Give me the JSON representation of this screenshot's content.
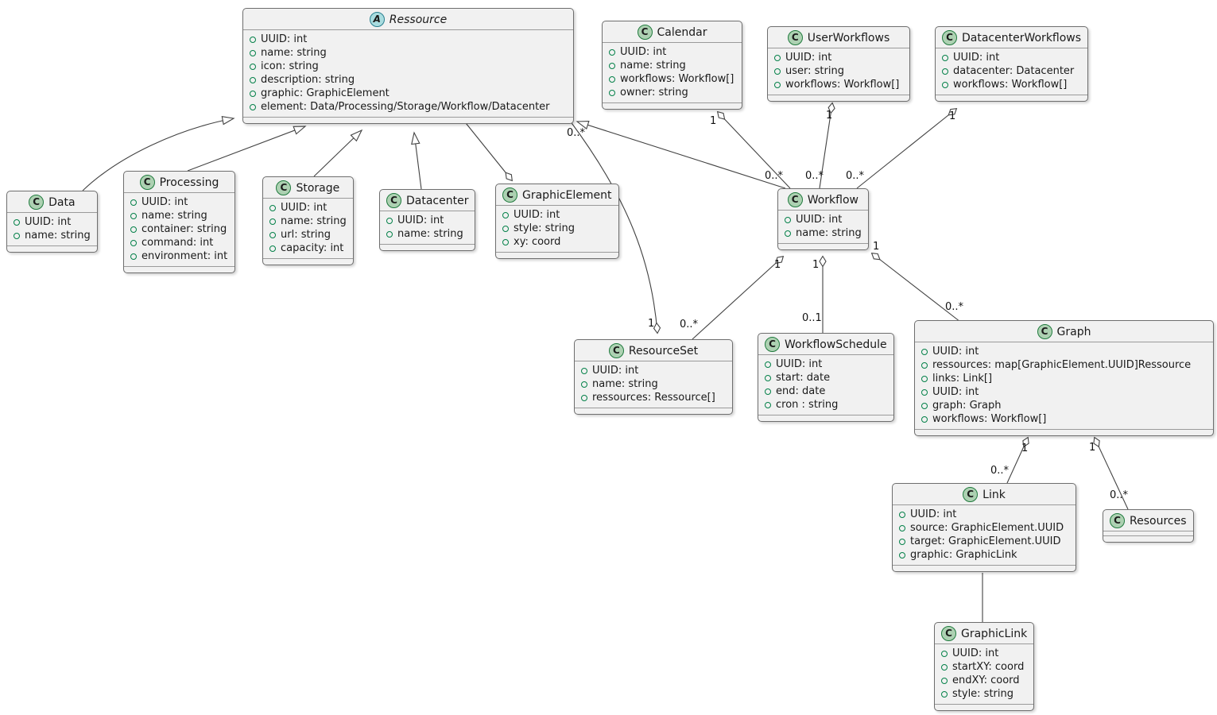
{
  "diagram_type": "uml-class-diagram",
  "icons": {
    "class_letter": "C",
    "abstract_letter": "A"
  },
  "colors": {
    "box_fill": "#f1f1f1",
    "box_border": "#6e6e6e",
    "class_spot_fill": "#add1b2",
    "abstract_spot_fill": "#a9dcdf",
    "attribute_circle": "#038048",
    "line": "#424242"
  },
  "classes": {
    "ressource": {
      "name": "Ressource",
      "kind": "abstract",
      "attrs": [
        "UUID: int",
        "name: string",
        "icon: string",
        "description: string",
        "graphic: GraphicElement",
        "element: Data/Processing/Storage/Workflow/Datacenter"
      ]
    },
    "calendar": {
      "name": "Calendar",
      "kind": "class",
      "attrs": [
        "UUID: int",
        "name: string",
        "workflows: Workflow[]",
        "owner: string"
      ]
    },
    "userworkflows": {
      "name": "UserWorkflows",
      "kind": "class",
      "attrs": [
        "UUID: int",
        "user: string",
        "workflows: Workflow[]"
      ]
    },
    "datacenterworkflows": {
      "name": "DatacenterWorkflows",
      "kind": "class",
      "attrs": [
        "UUID: int",
        "datacenter: Datacenter",
        "workflows: Workflow[]"
      ]
    },
    "data": {
      "name": "Data",
      "kind": "class",
      "attrs": [
        "UUID: int",
        "name: string"
      ]
    },
    "processing": {
      "name": "Processing",
      "kind": "class",
      "attrs": [
        "UUID: int",
        "name: string",
        "container: string",
        "command: int",
        "environment: int"
      ]
    },
    "storage": {
      "name": "Storage",
      "kind": "class",
      "attrs": [
        "UUID: int",
        "name: string",
        "url: string",
        "capacity: int"
      ]
    },
    "datacenter": {
      "name": "Datacenter",
      "kind": "class",
      "attrs": [
        "UUID: int",
        "name: string"
      ]
    },
    "graphicelement": {
      "name": "GraphicElement",
      "kind": "class",
      "attrs": [
        "UUID: int",
        "style: string",
        "xy: coord"
      ]
    },
    "workflow": {
      "name": "Workflow",
      "kind": "class",
      "attrs": [
        "UUID: int",
        "name: string"
      ]
    },
    "resourceset": {
      "name": "ResourceSet",
      "kind": "class",
      "attrs": [
        "UUID: int",
        "name: string",
        "ressources: Ressource[]"
      ]
    },
    "workflowschedule": {
      "name": "WorkflowSchedule",
      "kind": "class",
      "attrs": [
        "UUID: int",
        "start: date",
        "end: date",
        "cron : string"
      ]
    },
    "graph": {
      "name": "Graph",
      "kind": "class",
      "attrs": [
        "UUID: int",
        "ressources: map[GraphicElement.UUID]Ressource",
        "links: Link[]",
        "UUID: int",
        "graph: Graph",
        "workflows: Workflow[]"
      ]
    },
    "link": {
      "name": "Link",
      "kind": "class",
      "attrs": [
        "UUID: int",
        "source: GraphicElement.UUID",
        "target: GraphicElement.UUID",
        "graphic: GraphicLink"
      ]
    },
    "resources": {
      "name": "Resources",
      "kind": "class",
      "attrs": []
    },
    "graphiclink": {
      "name": "GraphicLink",
      "kind": "class",
      "attrs": [
        "UUID: int",
        "startXY: coord",
        "endXY: coord",
        "style: string"
      ]
    }
  },
  "labels": {
    "cal_1": "1",
    "cal_n": "0..*",
    "uw_1": "1",
    "uw_n": "0..*",
    "dcw_1": "1",
    "dcw_n": "0..*",
    "resrs_n": "0..*",
    "resrs_1": "1",
    "wfrs_1": "1",
    "wfrs_n": "0..*",
    "wfws_1": "1",
    "wfws_n": "0..1",
    "wfg_1": "1",
    "wfg_n": "0..*",
    "gl_1": "1",
    "gl_n": "0..*",
    "gr_1": "1",
    "gr_n": "0..*"
  }
}
